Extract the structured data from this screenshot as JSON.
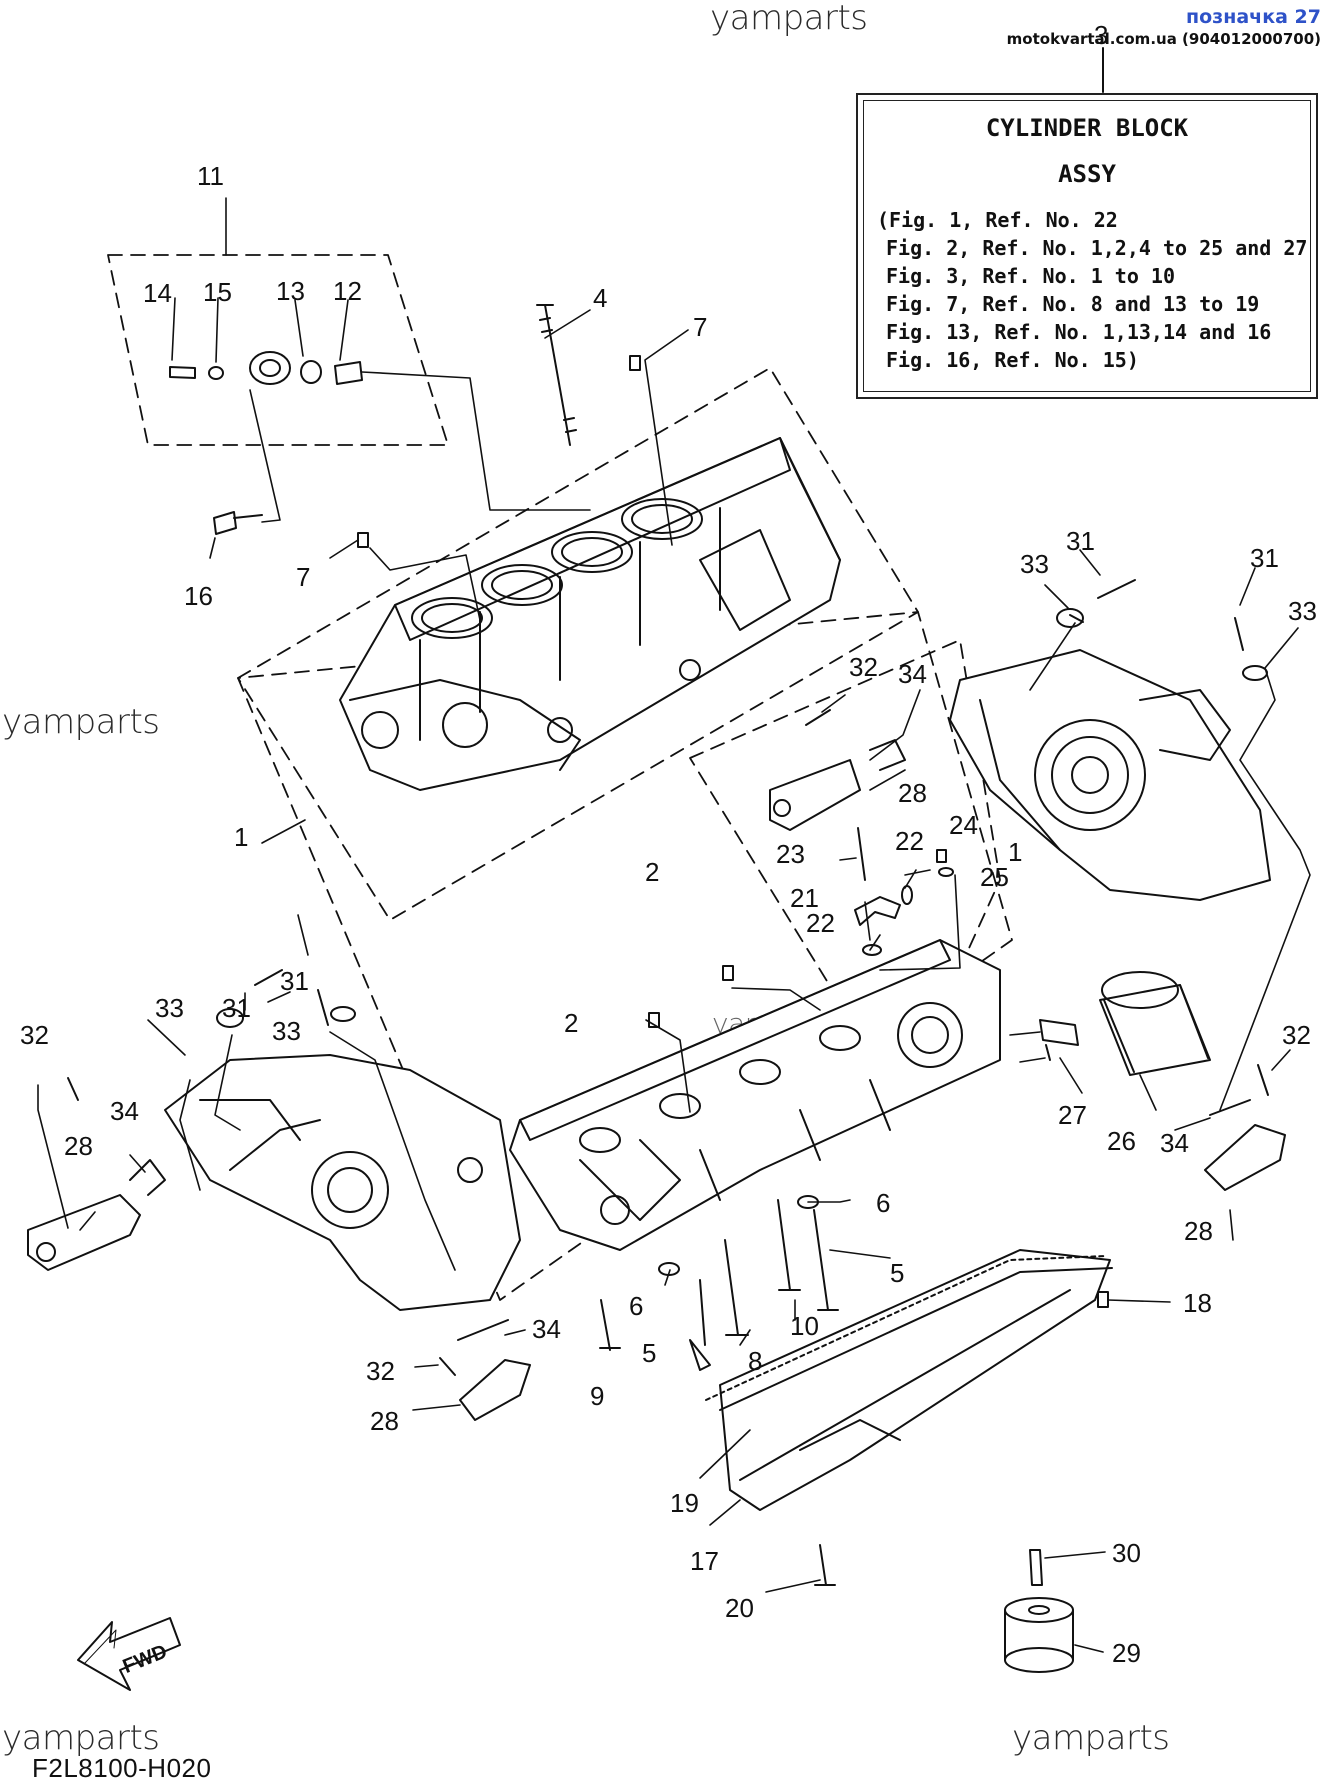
{
  "stamp": {
    "tag": "позначка 27",
    "source": "motokvartal.com.ua (904012000700)"
  },
  "watermarks": {
    "top": "yamparts",
    "left": "yamparts",
    "bottom_left": "yamparts",
    "bottom_right": "yamparts",
    "center": "yamparts",
    "right_cover": "yamparts"
  },
  "info_box": {
    "ref": "3",
    "title_line1": "CYLINDER BLOCK",
    "title_line2": "ASSY",
    "lines": [
      "(Fig. 1, Ref. No. 22",
      "Fig. 2, Ref. No. 1,2,4 to 25 and 27",
      "Fig. 3, Ref. No. 1 to 10",
      "Fig. 7, Ref. No. 8 and 13 to 19",
      "Fig. 13, Ref. No. 1,13,14 and 16",
      "Fig. 16, Ref. No. 15)"
    ]
  },
  "callouts": {
    "c1a": "1",
    "c1b": "1",
    "c2a": "2",
    "c2b": "2",
    "c4": "4",
    "c5a": "5",
    "c5b": "5",
    "c6a": "6",
    "c6b": "6",
    "c7a": "7",
    "c7b": "7",
    "c8": "8",
    "c9": "9",
    "c10": "10",
    "c11": "11",
    "c12": "12",
    "c13": "13",
    "c14": "14",
    "c15": "15",
    "c16": "16",
    "c17": "17",
    "c18": "18",
    "c19": "19",
    "c20": "20",
    "c21": "21",
    "c22a": "22",
    "c22b": "22",
    "c23": "23",
    "c24": "24",
    "c25": "25",
    "c26": "26",
    "c27": "27",
    "c28a": "28",
    "c28b": "28",
    "c28c": "28",
    "c28d": "28",
    "c29": "29",
    "c30": "30",
    "c31a": "31",
    "c31b": "31",
    "c31c": "31",
    "c31d": "31",
    "c32a": "32",
    "c32b": "32",
    "c32c": "32",
    "c32d": "32",
    "c33a": "33",
    "c33b": "33",
    "c33c": "33",
    "c33d": "33",
    "c34a": "34",
    "c34b": "34",
    "c34c": "34",
    "c34d": "34"
  },
  "fwd_label": "FWD",
  "figure_code": "F2L8100-H020"
}
